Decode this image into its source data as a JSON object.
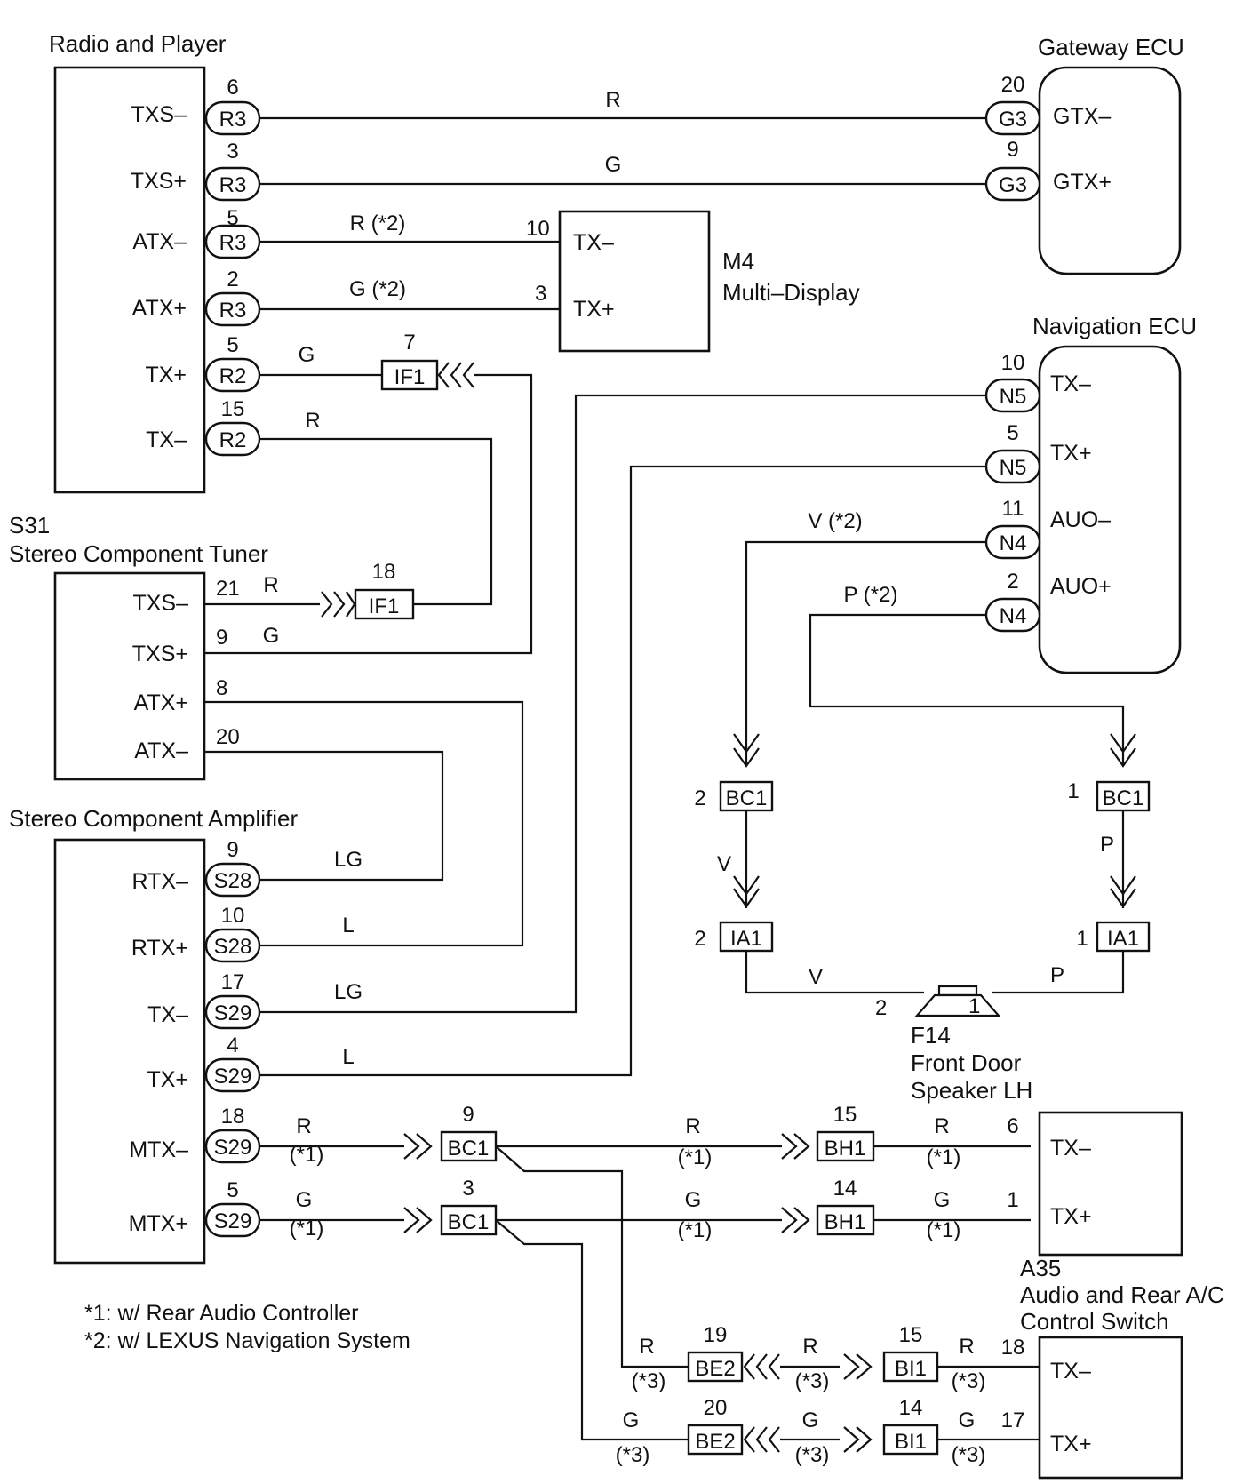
{
  "components": {
    "radio_player": {
      "title": "Radio and Player",
      "pins": [
        "TXS–",
        "TXS+",
        "ATX–",
        "ATX+",
        "TX+",
        "TX–"
      ]
    },
    "gateway_ecu": {
      "title": "Gateway ECU",
      "pins": [
        "GTX–",
        "GTX+"
      ]
    },
    "multi_display": {
      "code": "M4",
      "title": "Multi–Display",
      "pins": [
        "TX–",
        "TX+"
      ]
    },
    "navigation_ecu": {
      "title": "Navigation ECU",
      "pins": [
        "TX–",
        "TX+",
        "AUO–",
        "AUO+"
      ]
    },
    "tuner": {
      "code": "S31",
      "title": "Stereo Component Tuner",
      "pins": [
        "TXS–",
        "TXS+",
        "ATX+",
        "ATX–"
      ]
    },
    "amplifier": {
      "title": "Stereo Component Amplifier",
      "pins": [
        "RTX–",
        "RTX+",
        "TX–",
        "TX+",
        "MTX–",
        "MTX+"
      ]
    },
    "speaker": {
      "code": "F14",
      "title_line1": "Front Door",
      "title_line2": "Speaker LH",
      "pin_neg": "2",
      "pin_pos": "1"
    },
    "audio_switch_a": {
      "pins": [
        "TX–",
        "TX+"
      ]
    },
    "audio_switch_b": {
      "code": "A35",
      "title_line1": "Audio and Rear A/C",
      "title_line2": "Control Switch",
      "pins": [
        "TX–",
        "TX+"
      ]
    }
  },
  "wires": [
    {
      "id": "w1",
      "from_conn": "R3",
      "from_pin": "6",
      "color": "R",
      "to_conn": "G3",
      "to_pin": "20"
    },
    {
      "id": "w2",
      "from_conn": "R3",
      "from_pin": "3",
      "color": "G",
      "to_conn": "G3",
      "to_pin": "9"
    },
    {
      "id": "w3",
      "from_conn": "R3",
      "from_pin": "5",
      "color": "R (*2)",
      "to_pin": "10"
    },
    {
      "id": "w4",
      "from_conn": "R3",
      "from_pin": "2",
      "color": "G (*2)",
      "to_pin": "3"
    },
    {
      "id": "w5",
      "from_conn": "R2",
      "from_pin": "5",
      "color": "G",
      "via": "IF1",
      "via_pin": "7"
    },
    {
      "id": "w6",
      "from_conn": "R2",
      "from_pin": "15",
      "color": "R"
    },
    {
      "id": "w7",
      "tuner_pin": "21",
      "color": "R",
      "via": "IF1",
      "via_pin": "18"
    },
    {
      "id": "w8",
      "tuner_pin": "9",
      "color": "G"
    },
    {
      "id": "w9",
      "tuner_pin": "8"
    },
    {
      "id": "w10",
      "tuner_pin": "20"
    },
    {
      "id": "w11",
      "from_conn": "S28",
      "from_pin": "9",
      "color": "LG"
    },
    {
      "id": "w12",
      "from_conn": "S28",
      "from_pin": "10",
      "color": "L"
    },
    {
      "id": "w13",
      "from_conn": "S29",
      "from_pin": "17",
      "color": "LG",
      "to_conn": "N5",
      "to_pin": "10"
    },
    {
      "id": "w14",
      "from_conn": "S29",
      "from_pin": "4",
      "color": "L",
      "to_conn": "N5",
      "to_pin": "5"
    },
    {
      "id": "w15",
      "color": "V (*2)",
      "to_conn": "N4",
      "to_pin": "11"
    },
    {
      "id": "w16",
      "color": "P (*2)",
      "to_conn": "N4",
      "to_pin": "2"
    },
    {
      "id": "w17",
      "from_conn": "S29",
      "from_pin": "18",
      "color": "R",
      "note": "(*1)"
    },
    {
      "id": "w18",
      "from_conn": "S29",
      "from_pin": "5",
      "color": "G",
      "note": "(*1)"
    }
  ],
  "junctions": {
    "bc1_left": {
      "code": "BC1",
      "pin": "2"
    },
    "bc1_right": {
      "code": "BC1",
      "pin": "1"
    },
    "ia1_left": {
      "code": "IA1",
      "pin": "2"
    },
    "ia1_right": {
      "code": "IA1",
      "pin": "1"
    },
    "v_label_1": "V",
    "p_label_1": "P",
    "v_label_2": "V",
    "p_label_2": "P",
    "bc1_m1": {
      "code": "BC1",
      "pin": "9"
    },
    "bc1_m2": {
      "code": "BC1",
      "pin": "3"
    },
    "bh1_1": {
      "code": "BH1",
      "pin": "15"
    },
    "bh1_2": {
      "code": "BH1",
      "pin": "14"
    },
    "be2_1": {
      "code": "BE2",
      "pin": "19"
    },
    "be2_2": {
      "code": "BE2",
      "pin": "20"
    },
    "bi1_1": {
      "code": "BI1",
      "pin": "15"
    },
    "bi1_2": {
      "code": "BI1",
      "pin": "14"
    }
  },
  "mtx_labels": {
    "r1": "R",
    "r1n": "(*1)",
    "g1": "G",
    "g1n": "(*1)",
    "r2": "R",
    "r2n": "(*1)",
    "g2": "G",
    "g2n": "(*1)",
    "r3": "R",
    "r3n": "(*1)",
    "g3": "G",
    "g3n": "(*1)",
    "pin6": "6",
    "pin1": "1"
  },
  "rear_labels": {
    "r1": "R",
    "r1n": "(*3)",
    "r2": "R",
    "r2n": "(*3)",
    "r3": "R",
    "r3n": "(*3)",
    "g1": "G",
    "g1n": "(*3)",
    "g2": "G",
    "g2n": "(*3)",
    "g3": "G",
    "g3n": "(*3)",
    "pin18": "18",
    "pin17": "17"
  },
  "notes": {
    "n1": "*1: w/ Rear Audio Controller",
    "n2": "*2: w/ LEXUS Navigation System"
  }
}
